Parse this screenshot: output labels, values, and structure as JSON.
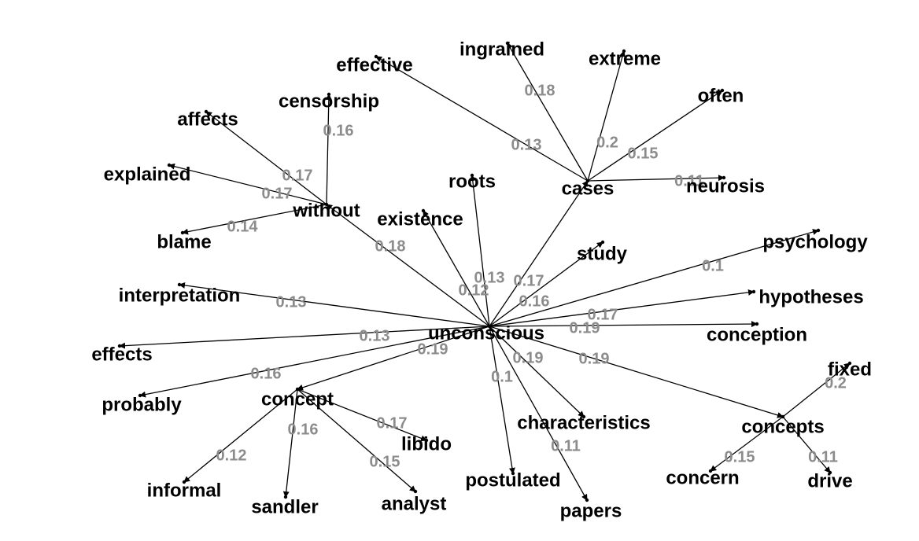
{
  "colors": {
    "edge": "#000000",
    "edge_label": "#8c8c8c",
    "node_label": "#000000",
    "background": "#ffffff"
  },
  "nodes": [
    {
      "id": "unconscious",
      "label": "unconscious"
    },
    {
      "id": "cases",
      "label": "cases"
    },
    {
      "id": "without",
      "label": "without"
    },
    {
      "id": "concept",
      "label": "concept"
    },
    {
      "id": "concepts",
      "label": "concepts"
    },
    {
      "id": "ingrained",
      "label": "ingrained"
    },
    {
      "id": "extreme",
      "label": "extreme"
    },
    {
      "id": "effective",
      "label": "effective"
    },
    {
      "id": "often",
      "label": "often"
    },
    {
      "id": "neurosis",
      "label": "neurosis"
    },
    {
      "id": "censorship",
      "label": "censorship"
    },
    {
      "id": "affects",
      "label": "affects"
    },
    {
      "id": "explained",
      "label": "explained"
    },
    {
      "id": "blame",
      "label": "blame"
    },
    {
      "id": "roots",
      "label": "roots"
    },
    {
      "id": "existence",
      "label": "existence"
    },
    {
      "id": "study",
      "label": "study"
    },
    {
      "id": "psychology",
      "label": "psychology"
    },
    {
      "id": "hypotheses",
      "label": "hypotheses"
    },
    {
      "id": "conception",
      "label": "conception"
    },
    {
      "id": "interpretation",
      "label": "interpretation"
    },
    {
      "id": "effects",
      "label": "effects"
    },
    {
      "id": "probably",
      "label": "probably"
    },
    {
      "id": "libido",
      "label": "libido"
    },
    {
      "id": "analyst",
      "label": "analyst"
    },
    {
      "id": "sandler",
      "label": "sandler"
    },
    {
      "id": "informal",
      "label": "informal"
    },
    {
      "id": "postulated",
      "label": "postulated"
    },
    {
      "id": "characteristics",
      "label": "characteristics"
    },
    {
      "id": "papers",
      "label": "papers"
    },
    {
      "id": "fixed",
      "label": "fixed"
    },
    {
      "id": "concern",
      "label": "concern"
    },
    {
      "id": "drive",
      "label": "drive"
    }
  ],
  "edges": [
    {
      "from": "cases",
      "to": "ingrained",
      "weight": "0.18"
    },
    {
      "from": "cases",
      "to": "extreme",
      "weight": "0.2"
    },
    {
      "from": "cases",
      "to": "effective",
      "weight": "0.13"
    },
    {
      "from": "cases",
      "to": "often",
      "weight": "0.15"
    },
    {
      "from": "cases",
      "to": "neurosis",
      "weight": "0.11"
    },
    {
      "from": "without",
      "to": "censorship",
      "weight": "0.16"
    },
    {
      "from": "without",
      "to": "affects",
      "weight": "0.17"
    },
    {
      "from": "without",
      "to": "explained",
      "weight": "0.17"
    },
    {
      "from": "without",
      "to": "blame",
      "weight": "0.14"
    },
    {
      "from": "unconscious",
      "to": "without",
      "weight": "0.18"
    },
    {
      "from": "unconscious",
      "to": "cases",
      "weight": "0.17"
    },
    {
      "from": "unconscious",
      "to": "roots",
      "weight": "0.13"
    },
    {
      "from": "unconscious",
      "to": "existence",
      "weight": "0.12"
    },
    {
      "from": "unconscious",
      "to": "study",
      "weight": "0.16"
    },
    {
      "from": "unconscious",
      "to": "psychology",
      "weight": "0.1"
    },
    {
      "from": "unconscious",
      "to": "hypotheses",
      "weight": "0.17"
    },
    {
      "from": "unconscious",
      "to": "conception",
      "weight": "0.19"
    },
    {
      "from": "unconscious",
      "to": "interpretation",
      "weight": "0.13"
    },
    {
      "from": "unconscious",
      "to": "effects",
      "weight": "0.13"
    },
    {
      "from": "unconscious",
      "to": "probably",
      "weight": "0.16"
    },
    {
      "from": "unconscious",
      "to": "concept",
      "weight": "0.19"
    },
    {
      "from": "unconscious",
      "to": "postulated",
      "weight": "0.1"
    },
    {
      "from": "unconscious",
      "to": "characteristics",
      "weight": "0.19"
    },
    {
      "from": "unconscious",
      "to": "papers",
      "weight": "0.11"
    },
    {
      "from": "unconscious",
      "to": "concepts",
      "weight": "0.19"
    },
    {
      "from": "concept",
      "to": "libido",
      "weight": "0.17"
    },
    {
      "from": "concept",
      "to": "analyst",
      "weight": "0.15"
    },
    {
      "from": "concept",
      "to": "sandler",
      "weight": "0.16"
    },
    {
      "from": "concept",
      "to": "informal",
      "weight": "0.12"
    },
    {
      "from": "concepts",
      "to": "fixed",
      "weight": "0.2"
    },
    {
      "from": "concepts",
      "to": "concern",
      "weight": "0.15"
    },
    {
      "from": "concepts",
      "to": "drive",
      "weight": "0.11"
    }
  ]
}
